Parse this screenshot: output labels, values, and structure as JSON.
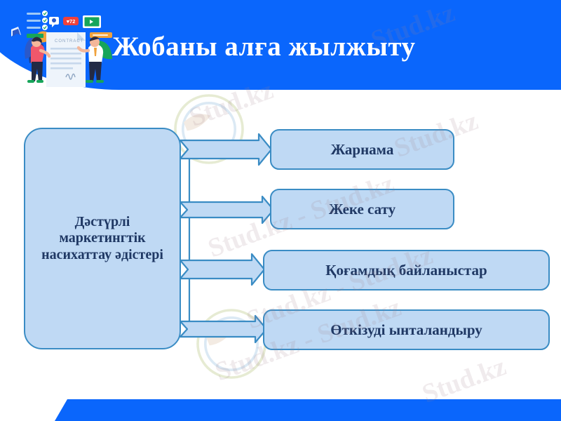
{
  "slide": {
    "title": "Жобаны алға жылжыту",
    "background_color": "#ffffff"
  },
  "theme": {
    "banner_blue": "#0a66fc",
    "node_fill": "#bfd9f4",
    "node_border": "#3a8cc4",
    "node_text": "#1f3864",
    "arrow_fill": "#bfd9f4",
    "arrow_stroke": "#3a8cc4",
    "title_color": "#ffffff"
  },
  "header": {
    "illustration_name": "contract-signing-illustration",
    "illustration_badge": "72",
    "illustration_document_label": "CONTRACT"
  },
  "diagram": {
    "type": "one-to-many-flow",
    "source": {
      "label": "Дәстүрлі маркетингтік насихаттау әдістері"
    },
    "targets": [
      {
        "label": "Жарнама"
      },
      {
        "label": "Жеке сату"
      },
      {
        "label": "Қоғамдық байланыстар"
      },
      {
        "label": "Өткізуді ынталандыру"
      }
    ],
    "connector_count": 4,
    "connector_style": "hollow-block-arrow-right"
  },
  "watermarks": {
    "short": "Stud.kz",
    "long": "Stud.kz - Stud.kz"
  }
}
